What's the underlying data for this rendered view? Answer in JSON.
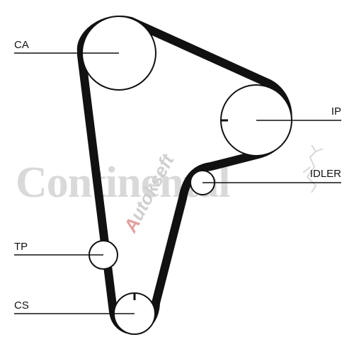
{
  "labels": {
    "ca": "CA",
    "ip": "IP",
    "idler": "IDLER",
    "tp": "TP",
    "cs": "CS"
  },
  "watermark": {
    "brand": "Continental",
    "seller_prefix": "A",
    "seller_rest": "utokseft"
  },
  "colors": {
    "belt": "#111111",
    "pulley_stroke": "#111111",
    "watermark_grey": "#d9d9d9",
    "watermark_red": "#e2a0a0"
  }
}
